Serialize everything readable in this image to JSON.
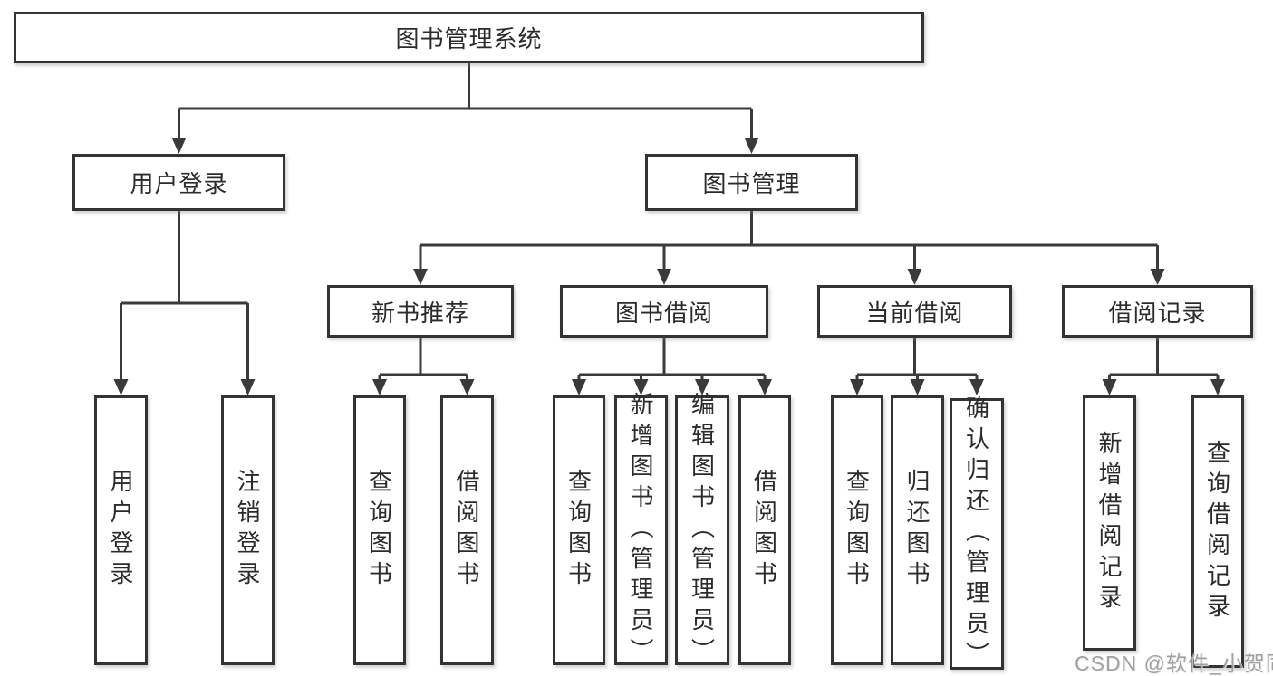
{
  "diagram": {
    "watermark": "CSDN @软件_小贺同学",
    "colors": {
      "line": "#3a3a3a",
      "box_border": "#333333",
      "box_background": "#ffffff",
      "text": "#2b2b2b",
      "watermark_text": "#9a9a9a"
    },
    "nodes": {
      "root": {
        "label": "图书管理系统"
      },
      "user_login": {
        "label": "用户登录"
      },
      "book_mgmt": {
        "label": "图书管理"
      },
      "new_book_rec": {
        "label": "新书推荐"
      },
      "book_borrow": {
        "label": "图书借阅"
      },
      "current_borrow": {
        "label": "当前借阅"
      },
      "borrow_record": {
        "label": "借阅记录"
      },
      "leaf_user_login": {
        "label": "用户登录"
      },
      "leaf_logout": {
        "label": "注销登录"
      },
      "leaf_query_book_rec": {
        "label": "查询图书"
      },
      "leaf_borrow_book_rec": {
        "label": "借阅图书"
      },
      "leaf_query_book_borrow": {
        "label": "查询图书"
      },
      "leaf_add_book": {
        "label": "新增图书（管理员）"
      },
      "leaf_edit_book": {
        "label": "编辑图书（管理员）"
      },
      "leaf_borrow_book_borrow": {
        "label": "借阅图书"
      },
      "leaf_query_book_current": {
        "label": "查询图书"
      },
      "leaf_return_book": {
        "label": "归还图书"
      },
      "leaf_confirm_return": {
        "label": "确认归还（管理员）"
      },
      "leaf_add_record": {
        "label": "新增借阅记录"
      },
      "leaf_query_record": {
        "label": "查询借阅记录"
      }
    },
    "hierarchy": {
      "图书管理系统": {
        "用户登录": [
          "用户登录",
          "注销登录"
        ],
        "图书管理": {
          "新书推荐": [
            "查询图书",
            "借阅图书"
          ],
          "图书借阅": [
            "查询图书",
            "新增图书（管理员）",
            "编辑图书（管理员）",
            "借阅图书"
          ],
          "当前借阅": [
            "查询图书",
            "归还图书",
            "确认归还（管理员）"
          ],
          "借阅记录": [
            "新增借阅记录",
            "查询借阅记录"
          ]
        }
      }
    }
  }
}
